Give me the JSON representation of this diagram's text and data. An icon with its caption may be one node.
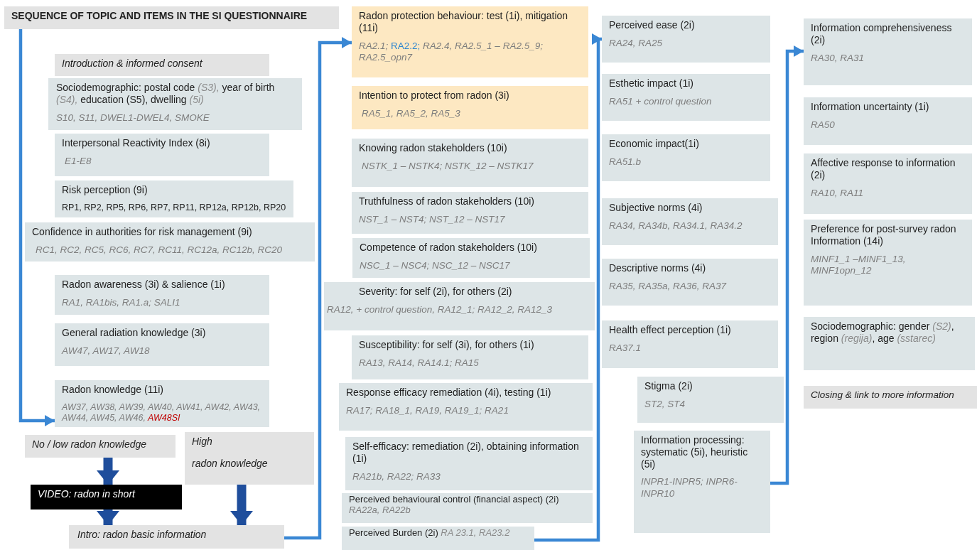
{
  "diagram": {
    "nodes": [
      {
        "text": [
          "SEQUENCE OF TOPIC AND ITEMS IN THE SI QUESTIONNAIRE"
        ]
      },
      {
        "text": [
          "Introduction & informed consent"
        ]
      },
      {
        "text": [
          "Sociodemographic: postal code *(S3),* year of birth *(S4),* education (S5), dwelling *(5i)*",
          "S10, S11, DWEL1-DWEL4, SMOKE"
        ]
      },
      {
        "text": [
          "Interpersonal Reactivity Index (8i)",
          "E1-E8"
        ]
      },
      {
        "text": [
          "Risk perception (9i)",
          "RP1, RP2, RP5, RP6, RP7, RP11, RP12a, RP12b, RP20"
        ]
      },
      {
        "text": [
          "Confidence in authorities for risk management (9i)",
          "RC1, RC2, RC5, RC6, RC7, RC11, RC12a, RC12b, RC20"
        ]
      },
      {
        "text": [
          "Radon awareness (3i) & salience (1i)",
          "RA1, RA1bis, RA1.a; SALI1"
        ]
      },
      {
        "text": [
          "General radiation knowledge (3i)",
          "AW47, AW17, AW18"
        ]
      },
      {
        "text": [
          "Radon knowledge (11i)",
          "AW37, AW38, AW39, AW40, AW41, AW42, AW43, AW44, AW45, AW46, **AW48SI**"
        ]
      },
      {
        "text": [
          "No / low radon knowledge"
        ]
      },
      {
        "text": [
          "High",
          "radon knowledge"
        ]
      },
      {
        "text": [
          "VIDEO: radon in short"
        ]
      },
      {
        "text": [
          "Intro: radon basic information"
        ]
      },
      {
        "text": [
          "Radon protection behaviour: test (1i), mitigation (11i)",
          "RA2.1; *RA2.2;*  RA2.4, RA2.5_1 – RA2.5_9; RA2.5_opn7"
        ]
      },
      {
        "text": [
          "Intention to protect from radon (3i)",
          "RA5_1, RA5_2, RA5_3"
        ]
      },
      {
        "text": [
          "Knowing radon stakeholders (10i)",
          "NSTK_1 – NSTK4; NSTK_12 – NSTK17"
        ]
      },
      {
        "text": [
          "Truthfulness of radon stakeholders (10i)",
          "NST_1 – NST4; NST_12 – NST17"
        ]
      },
      {
        "text": [
          "Competence of radon stakeholders (10i)",
          "NSC_1 – NSC4; NSC_12 – NSC17"
        ]
      },
      {
        "text": [
          "Severity: for self (2i), for others (2i)",
          "RA12, + control question, RA12_1; RA12_2, RA12_3"
        ]
      },
      {
        "text": [
          "Susceptibility: for self (3i), for others (1i)",
          "RA13, RA14, RA14.1; RA15"
        ]
      },
      {
        "text": [
          "Response efficacy remediation (4i), testing (1i)",
          "RA17; RA18_1, RA19, RA19_1; RA21"
        ]
      },
      {
        "text": [
          "Self-efficacy: remediation (2i), obtaining information (1i)",
          "RA21b, RA22; RA33"
        ]
      },
      {
        "text": [
          "Perceived behavioural control (financial aspect) (2i)",
          "RA22a, RA22b"
        ]
      },
      {
        "text": [
          "Perceived Burden (2i) *RA 23.1, RA23.2*"
        ]
      },
      {
        "text": [
          "Perceived ease (2i)",
          "RA24, RA25"
        ]
      },
      {
        "text": [
          "Esthetic impact (1i)",
          "RA51 + control question"
        ]
      },
      {
        "text": [
          "Economic impact(1i)",
          "RA51.b"
        ]
      },
      {
        "text": [
          "Subjective norms (4i)",
          "RA34, RA34b, RA34.1, RA34.2"
        ]
      },
      {
        "text": [
          "Descriptive norms (4i)",
          "RA35, RA35a, RA36, RA37"
        ]
      },
      {
        "text": [
          "Health effect perception (1i)",
          "RA37.1"
        ]
      },
      {
        "text": [
          "Stigma (2i)",
          "ST2, ST4"
        ]
      },
      {
        "text": [
          "Information processing: systematic (5i), heuristic  (5i)",
          "INPR1-INPR5; INPR6-INPR10"
        ]
      },
      {
        "text": [
          "Information comprehensiveness (2i)",
          "RA30, RA31"
        ]
      },
      {
        "text": [
          "Information uncertainty (1i)",
          "RA50"
        ]
      },
      {
        "text": [
          "Affective response to information (2i)",
          "RA10, RA11"
        ]
      },
      {
        "text": [
          "Preference for post-survey radon Information (14i)",
          "MINF1_1 –MINF1_13, MINF1opn_12"
        ]
      },
      {
        "text": [
          "Sociodemographic: gender *(S2)*, region *(regija)*, age *(sstarec)*"
        ]
      },
      {
        "text": [
          "Closing & link to more information"
        ]
      }
    ],
    "edges": [
      {
        "from": 0,
        "to": 8,
        "arrow": "to"
      },
      {
        "from": 9,
        "to": 11,
        "arrow": "to",
        "style": "thick",
        "color": "#1f4e9c"
      },
      {
        "from": 11,
        "to": 12,
        "arrow": "to",
        "style": "thick",
        "color": "#1f4e9c"
      },
      {
        "from": 10,
        "to": 12,
        "arrow": "to",
        "style": "thick",
        "color": "#1f4e9c"
      },
      {
        "from": 12,
        "to": 13,
        "arrow": "to"
      },
      {
        "from": 23,
        "to": 24,
        "arrow": "to"
      },
      {
        "from": 31,
        "to": 32,
        "arrow": "to"
      }
    ]
  }
}
